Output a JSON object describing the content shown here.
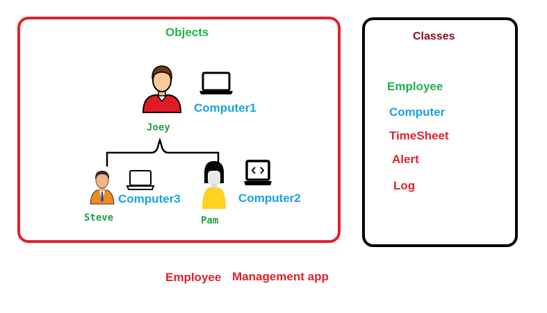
{
  "objects": {
    "title": "Objects",
    "people": {
      "joey": {
        "name": "Joey",
        "computer": "Computer1"
      },
      "steve": {
        "name": "Steve",
        "computer": "Computer3"
      },
      "pam": {
        "name": "Pam",
        "computer": "Computer2"
      }
    }
  },
  "classes": {
    "title": "Classes",
    "items": [
      {
        "label": "Employee",
        "color": "#22b14c"
      },
      {
        "label": "Computer",
        "color": "#1a9fe0"
      },
      {
        "label": "TimeSheet",
        "color": "#e0222b"
      },
      {
        "label": "Alert",
        "color": "#e0222b"
      },
      {
        "label": "Log",
        "color": "#e0222b"
      }
    ]
  },
  "caption": {
    "word1": "Employee",
    "word2": "Management app"
  },
  "colors": {
    "objects_border": "#e0222b",
    "classes_border": "#000000",
    "green": "#22b14c",
    "blue": "#1a9fe0",
    "red": "#e0222b"
  }
}
